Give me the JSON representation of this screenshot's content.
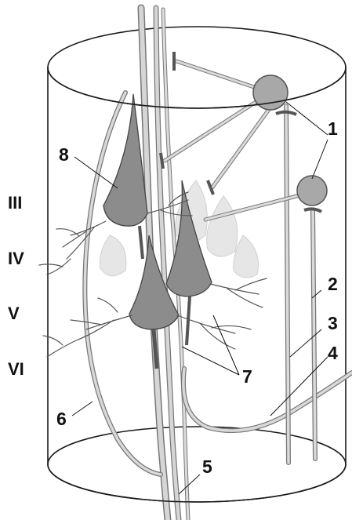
{
  "diagram": {
    "layer_labels": [
      "III",
      "IV",
      "V",
      "VI"
    ],
    "callouts": [
      "1",
      "2",
      "3",
      "4",
      "5",
      "6",
      "7",
      "8"
    ],
    "colors": {
      "outline": "#1a1a1a",
      "fiber": "#c9c9c9",
      "cell_body": "#9a9a9a",
      "cell_shadow": "#6b6b6b",
      "faint_cells": "#e2e2e2",
      "label": "#111111"
    }
  }
}
